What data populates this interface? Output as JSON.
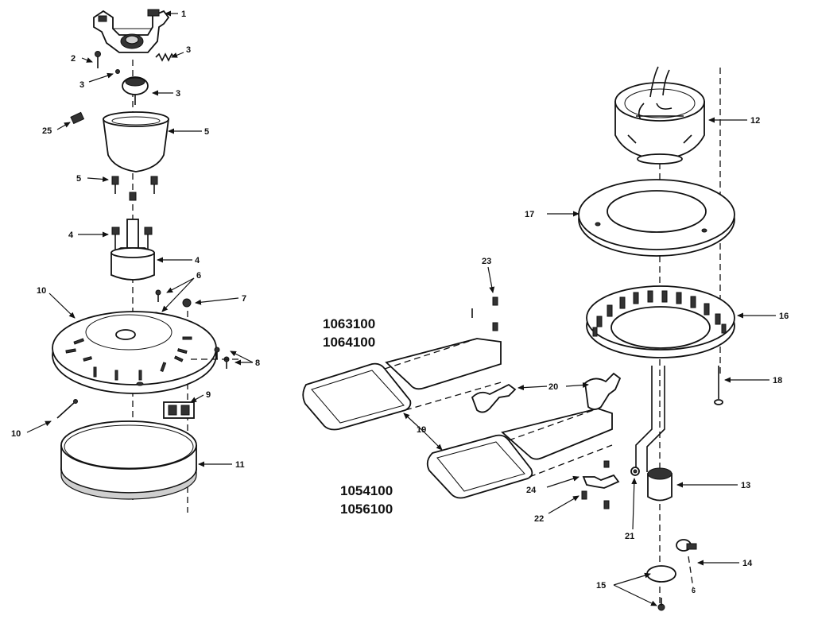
{
  "models": {
    "upper_line1": "1063100",
    "upper_line2": "1064100",
    "lower_line1": "1054100",
    "lower_line2": "1056100"
  },
  "callouts": {
    "c1": "1",
    "c2": "2",
    "c3a": "3",
    "c3b": "3",
    "c3c": "3",
    "c25": "25",
    "c5a": "5",
    "c5b": "5",
    "c4a": "4",
    "c4b": "4",
    "c6": "6",
    "c7": "7",
    "c10a": "10",
    "c10b": "10",
    "c8": "8",
    "c9": "9",
    "c11": "11",
    "c12": "12",
    "c17": "17",
    "c16": "16",
    "c18": "18",
    "c23": "23",
    "c20": "20",
    "c19": "19",
    "c24": "24",
    "c22": "22",
    "c21": "21",
    "c13": "13",
    "c14": "14",
    "c15": "15",
    "c_small": "6"
  }
}
